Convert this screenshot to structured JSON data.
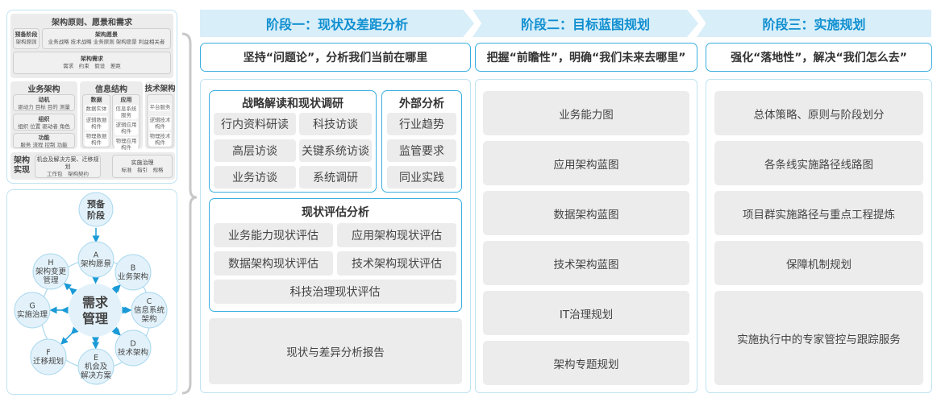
{
  "left_top": {
    "title": "架构原则、愿景和需求",
    "prelim": {
      "title": "预备阶段",
      "body": "架构原则"
    },
    "vision": {
      "title": "架构愿景",
      "body": "业务战略 技术战略 业务原则 架构愿景 利益相关者"
    },
    "requirements": {
      "title": "架构需求",
      "body": "需求　约束　假设　差距"
    },
    "business": {
      "title": "业务架构",
      "items": [
        {
          "title": "动机",
          "body": "驱动力 目标 目的 测量"
        },
        {
          "title": "组织",
          "body": "组织 位置 驱动者 角色"
        },
        {
          "title": "功能",
          "body": "服务 流程 控制 功能"
        }
      ]
    },
    "info": {
      "title": "信息结构",
      "data": {
        "title": "数据",
        "items": [
          "数据实体",
          "逻辑数据构件",
          "物理数据构件"
        ]
      },
      "app": {
        "title": "应用",
        "items": [
          "信息系统服务",
          "逻辑应用构件",
          "物理应用构件"
        ]
      }
    },
    "tech": {
      "title": "技术架构",
      "items": [
        "平台服务",
        "逻辑技术构件",
        "物理技术构件"
      ]
    },
    "realize": {
      "title": "架构实现",
      "opp": {
        "title": "机会及解决方案、迁移规划",
        "body": "工作包　架构契约"
      },
      "gov": {
        "title": "实施治理",
        "body": "标准　指引　规格"
      }
    }
  },
  "cycle": {
    "center": [
      "需求",
      "管理"
    ],
    "prelim": [
      "预备",
      "阶段"
    ],
    "nodes": [
      {
        "letter": "A",
        "lines": [
          "架构愿景"
        ]
      },
      {
        "letter": "B",
        "lines": [
          "业务架构"
        ]
      },
      {
        "letter": "C",
        "lines": [
          "信息系统",
          "架构"
        ]
      },
      {
        "letter": "D",
        "lines": [
          "技术架构"
        ]
      },
      {
        "letter": "E",
        "lines": [
          "机会及",
          "解决方案"
        ]
      },
      {
        "letter": "F",
        "lines": [
          "迁移规划"
        ]
      },
      {
        "letter": "G",
        "lines": [
          "实施治理"
        ]
      },
      {
        "letter": "H",
        "lines": [
          "架构变更",
          "管理"
        ]
      }
    ]
  },
  "phases": [
    {
      "title": "阶段一：现状及差距分析",
      "subtitle": "坚持“问题论”，分析我们当前在哪里"
    },
    {
      "title": "阶段二：目标蓝图规划",
      "subtitle": "把握“前瞻性”，明确“我们未来去哪里”"
    },
    {
      "title": "阶段三：实施规划",
      "subtitle": "强化“落地性”，解决“我们怎么去”"
    }
  ],
  "phase1": {
    "strategy": {
      "title": "战略解读和现状调研",
      "items": [
        "行内资料研读",
        "科技访谈",
        "高层访谈",
        "关键系统访谈",
        "业务访谈",
        "系统调研"
      ]
    },
    "external": {
      "title": "外部分析",
      "items": [
        "行业趋势",
        "监管要求",
        "同业实践"
      ]
    },
    "assessment": {
      "title": "现状评估分析",
      "items": [
        "业务能力现状评估",
        "应用架构现状评估",
        "数据架构现状评估",
        "技术架构现状评估",
        "科技治理现状评估"
      ]
    },
    "report": "现状与差异分析报告"
  },
  "phase2": {
    "items": [
      "业务能力图",
      "应用架构蓝图",
      "数据架构蓝图",
      "技术架构蓝图",
      "IT治理规划",
      "架构专题规划"
    ]
  },
  "phase3": {
    "items": [
      "总体策略、原则与阶段划分",
      "各条线实施路径线路图",
      "项目群实施路径与重点工程提炼",
      "保障机制规划",
      "实施执行中的专家管控与跟踪服务"
    ]
  },
  "colors": {
    "accent": "#0f8fd0",
    "border": "#3aaee0",
    "light": "#d8eef9",
    "gray": "#ececec"
  }
}
